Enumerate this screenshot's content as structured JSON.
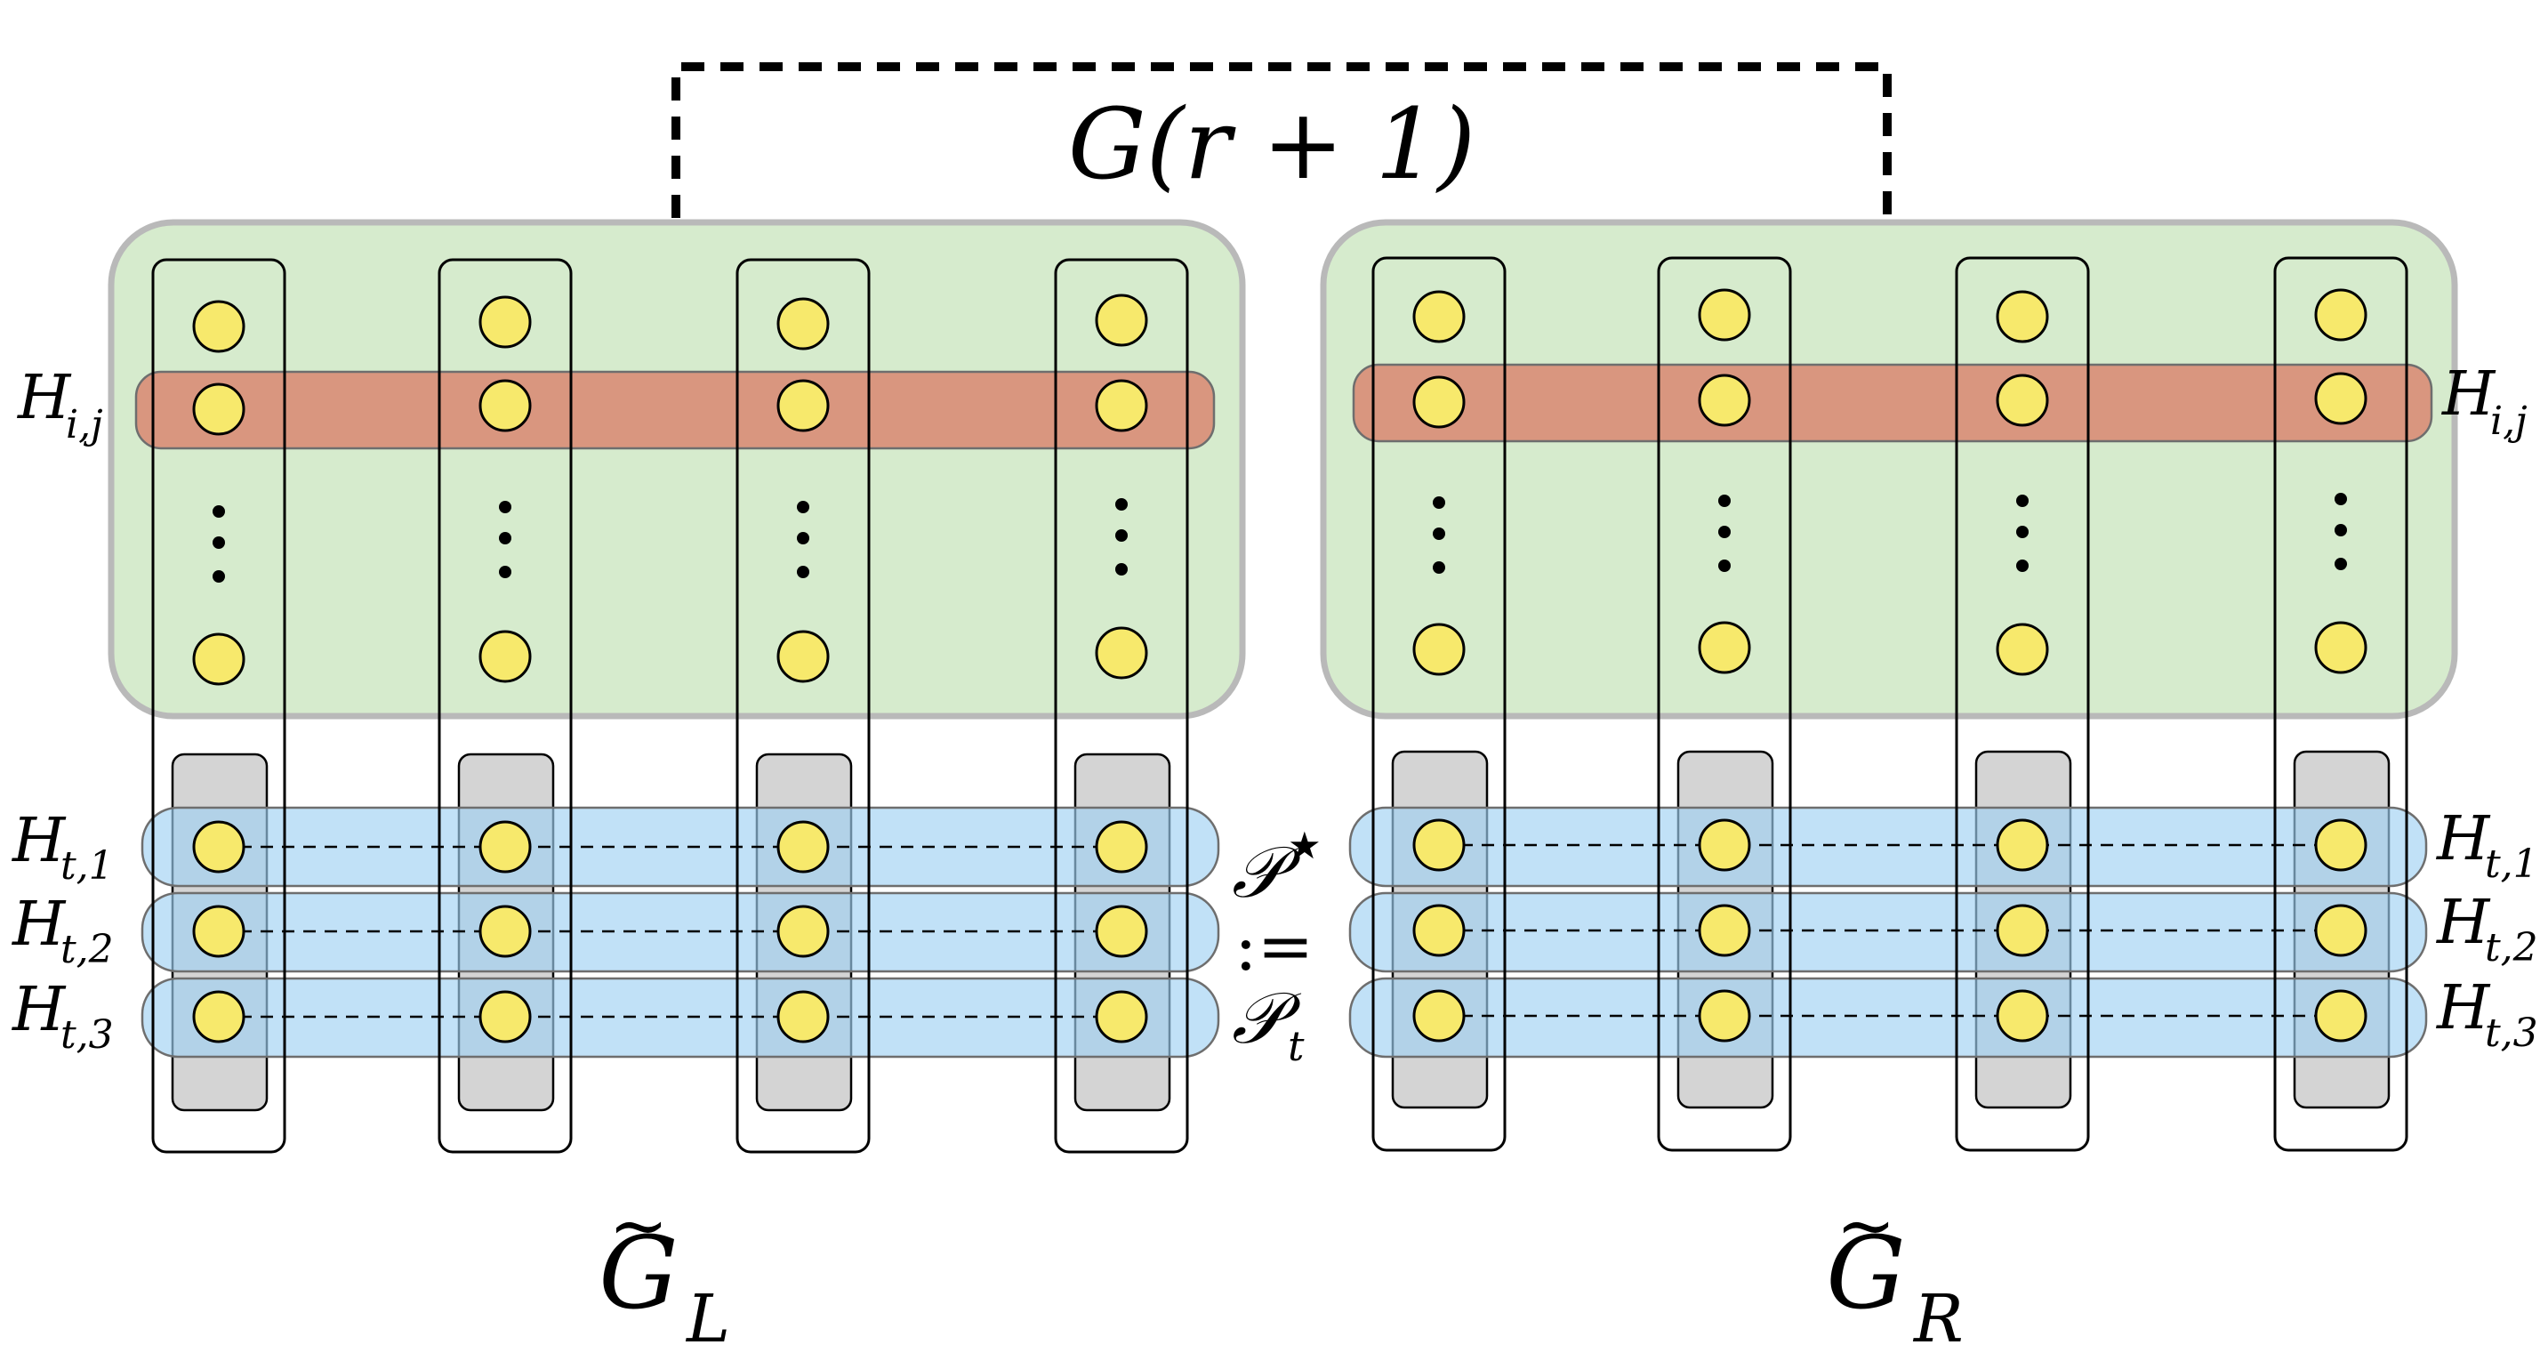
{
  "top_label": "G(r + 1)",
  "left_graph_label": {
    "base": "G",
    "tilde": "~",
    "sub": "L"
  },
  "right_graph_label": {
    "base": "G",
    "tilde": "~",
    "sub": "R"
  },
  "h_ij": {
    "base": "H",
    "sub": "i,j"
  },
  "h_t_rows": [
    {
      "base": "H",
      "sub": "t,1"
    },
    {
      "base": "H",
      "sub": "t,2"
    },
    {
      "base": "H",
      "sub": "t,3"
    }
  ],
  "center_relation": {
    "top": "𝒫",
    "top_sup": "★",
    "middle": ":=",
    "bottom": "𝒫",
    "bottom_sub": "t"
  },
  "colors": {
    "green_region": "#d6ebcd",
    "green_border": "#b9b9b9",
    "red_band": "#d9917a",
    "blue_band": "#b9def7",
    "gray_column": "#d4d4d4",
    "vertex_fill": "#f7e96c"
  }
}
